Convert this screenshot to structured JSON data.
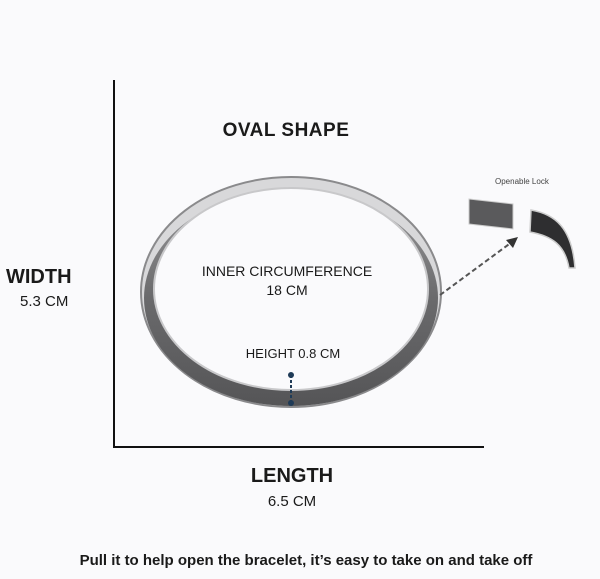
{
  "title": "OVAL SHAPE",
  "width": {
    "label": "WIDTH",
    "value": "5.3 CM"
  },
  "length": {
    "label": "LENGTH",
    "value": "6.5 CM"
  },
  "inner_circumference": {
    "label": "INNER CIRCUMFERENCE",
    "value": "18 CM"
  },
  "height": {
    "label": "HEIGHT 0.8 CM"
  },
  "lock_label": "Openable Lock",
  "caption": "Pull it to help open the bracelet, it’s easy to take on and take off",
  "colors": {
    "ring_dark": "#5a5a5c",
    "ring_light": "#cfcfd2",
    "marker": "#1f3b57"
  }
}
